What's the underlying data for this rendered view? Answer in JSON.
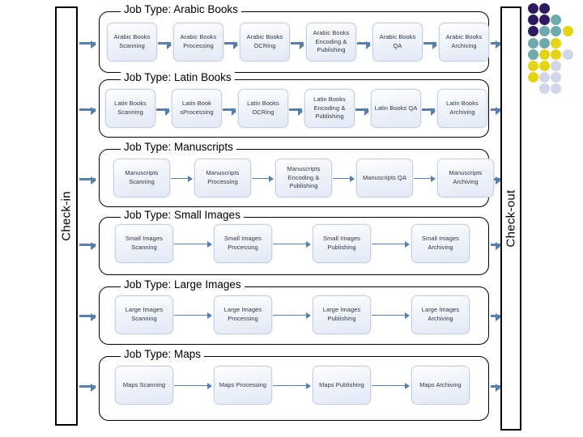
{
  "gates": {
    "checkin": {
      "label": "Check-in"
    },
    "checkout": {
      "label": "Check-out"
    }
  },
  "groups": [
    {
      "label": "Job Type: Arabic Books",
      "steps": [
        "Arabic Books Scanning",
        "Arabic Books Processing",
        "Arabic Books OCRing",
        "Arabic Books Encoding & Publishing",
        "Arabic Books QA",
        "Arabic Books Archiving"
      ]
    },
    {
      "label": "Job Type: Latin Books",
      "steps": [
        "Latin Books Scanning",
        "Latin Book sProcessing",
        "Latin Books OCRing",
        "Latin Books Encoding & Publishing",
        "Latin Books QA",
        "Latin Books Archiving"
      ]
    },
    {
      "label": "Job Type: Manuscripts",
      "steps": [
        "Manuscripts Scanning",
        "Manuscripts Processing",
        "Manuscripts Encoding & Publishing",
        "Manuscripts QA",
        "Manuscripts Archiving"
      ]
    },
    {
      "label": "Job Type: Small Images",
      "steps": [
        "Small Images Scanning",
        "Small Images Processing",
        "Small Images Publishing",
        "Small Images Archiving"
      ]
    },
    {
      "label": "Job Type: Large Images",
      "steps": [
        "Large Images Scanning",
        "Large Images Processing",
        "Large Images Publishing",
        "Large Images Archiving"
      ]
    },
    {
      "label": "Job Type: Maps",
      "steps": [
        "Maps Scanning",
        "Maps Processing",
        "Maps Publishing",
        "Maps Archiving"
      ]
    }
  ],
  "colors": {
    "gate_border": "#000000",
    "group_border": "#000000",
    "step_border": "#c9d2e2",
    "step_fill": "#e9eef8",
    "arrow": "#5b7fa6",
    "dot_dark_purple": "#2e1b5e",
    "dot_teal": "#6fa9ab",
    "dot_yellow": "#e3d41a",
    "dot_lavender": "#d2d6e8"
  },
  "decoration": {
    "name": "corner-dot-grid",
    "columns": 4,
    "rows": 8,
    "palette_order": [
      "dot_dark_purple",
      "dot_teal",
      "dot_yellow",
      "dot_lavender"
    ],
    "grid": [
      [
        "dot_dark_purple",
        "dot_dark_purple",
        null,
        null
      ],
      [
        "dot_dark_purple",
        "dot_dark_purple",
        "dot_teal",
        null
      ],
      [
        "dot_dark_purple",
        "dot_teal",
        "dot_teal",
        "dot_yellow"
      ],
      [
        "dot_teal",
        "dot_teal",
        "dot_yellow",
        null
      ],
      [
        "dot_teal",
        "dot_yellow",
        "dot_yellow",
        "dot_lavender"
      ],
      [
        "dot_yellow",
        "dot_yellow",
        "dot_lavender",
        null
      ],
      [
        "dot_yellow",
        "dot_lavender",
        "dot_lavender",
        null
      ],
      [
        null,
        "dot_lavender",
        "dot_lavender",
        null
      ]
    ]
  }
}
